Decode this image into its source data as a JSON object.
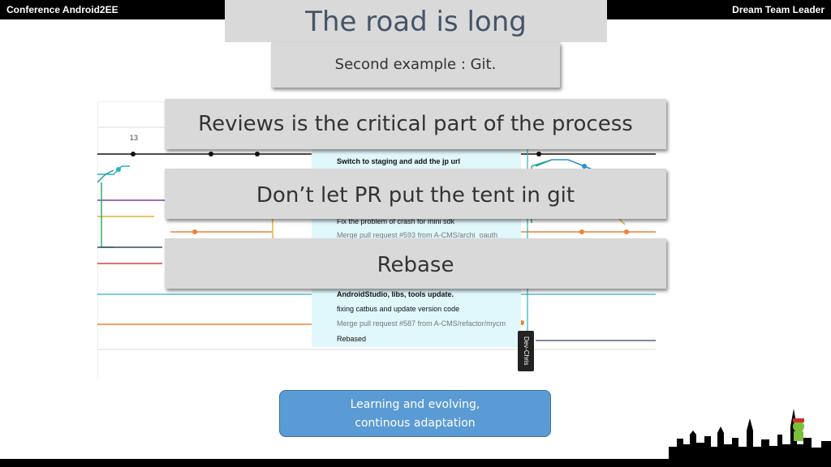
{
  "header": {
    "left_text": "Conference Android2EE",
    "right_text": "Dream Team Leader"
  },
  "slide": {
    "title": "The road is long",
    "subtitle": "Second example : Git.",
    "bullets": [
      "Reviews is the critical part of the process",
      "Don’t let PR put the tent in git",
      "Rebase"
    ],
    "callout_line1": "Learning and evolving,",
    "callout_line2": "continous adaptation"
  },
  "git_graph": {
    "column_number": "13",
    "commits": [
      "Switch to staging and add the jp url",
      "Fix the problem of crash for mini sdk",
      "Merge pull request #593 from A-CMS/archi_oauth_",
      "AndroidStudio, libs, tools update.",
      "fixing catbus and update version code",
      "Merge pull request #587 from A-CMS/refactor/mycm",
      "Rebased"
    ],
    "tag_label": "Dev-Chris"
  }
}
